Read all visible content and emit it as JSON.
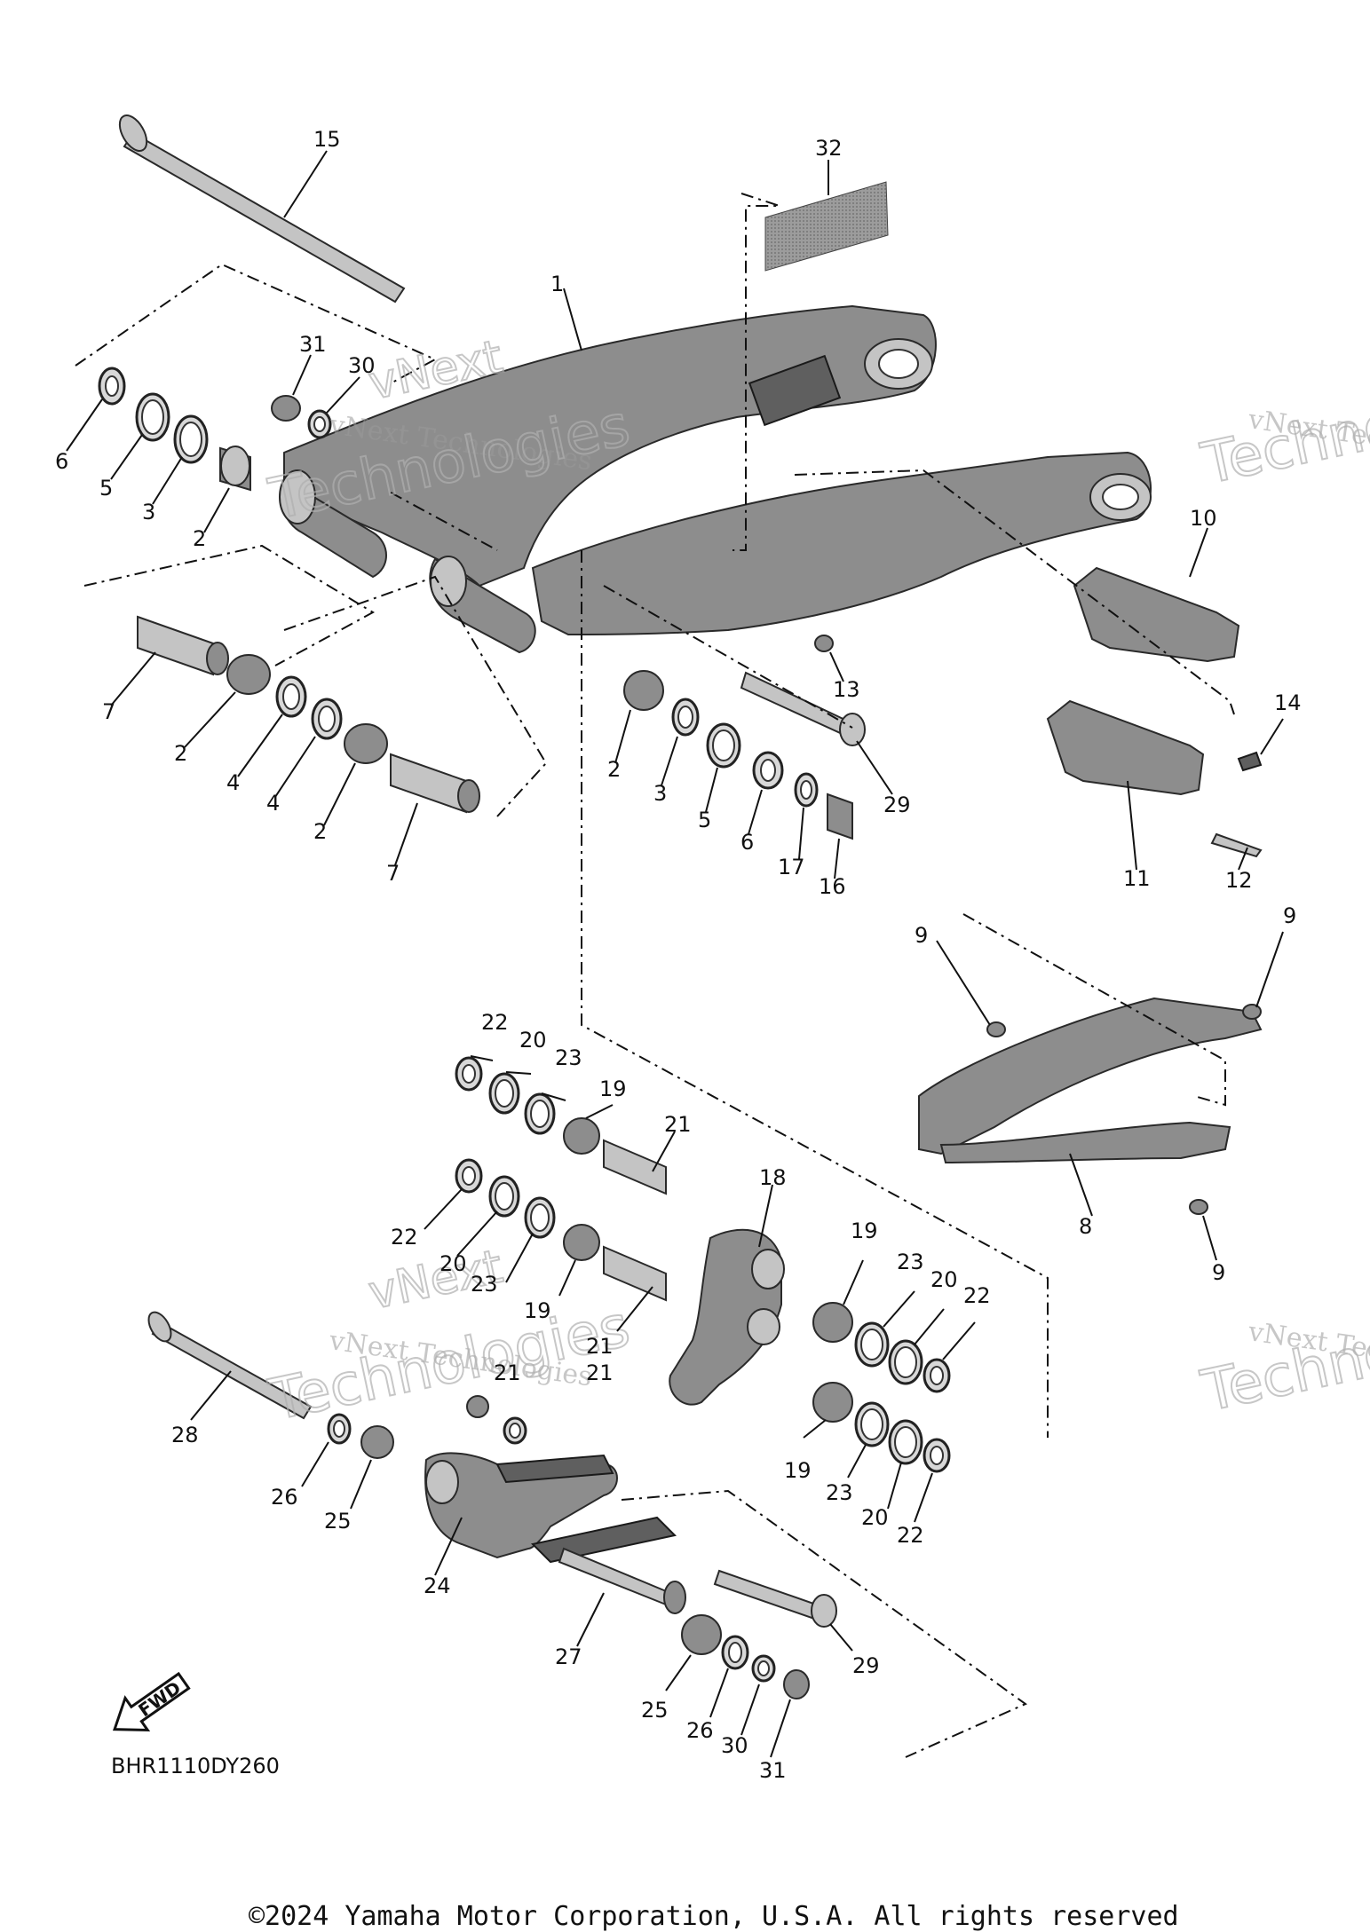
{
  "diagram": {
    "code": "BHR1110DY260",
    "fwd_label": "FWD",
    "copyright": "©2024 Yamaha Motor Corporation, U.S.A. All rights reserved",
    "watermark_line": "vNext Technologies",
    "watermark_word1": "vNext",
    "watermark_word2": "Technologies",
    "callouts": [
      "1",
      "2",
      "3",
      "5",
      "6",
      "15",
      "31",
      "30",
      "32",
      "2",
      "7",
      "2",
      "4",
      "4",
      "2",
      "7",
      "2",
      "3",
      "5",
      "6",
      "17",
      "16",
      "29",
      "13",
      "10",
      "14",
      "11",
      "12",
      "9",
      "9",
      "9",
      "8",
      "22",
      "20",
      "23",
      "19",
      "21",
      "22",
      "20",
      "23",
      "19",
      "21",
      "18",
      "19",
      "23",
      "20",
      "22",
      "28",
      "26",
      "25",
      "24",
      "27",
      "25",
      "26",
      "30",
      "31",
      "29",
      "19",
      "23",
      "20",
      "22",
      "21",
      "21"
    ]
  }
}
